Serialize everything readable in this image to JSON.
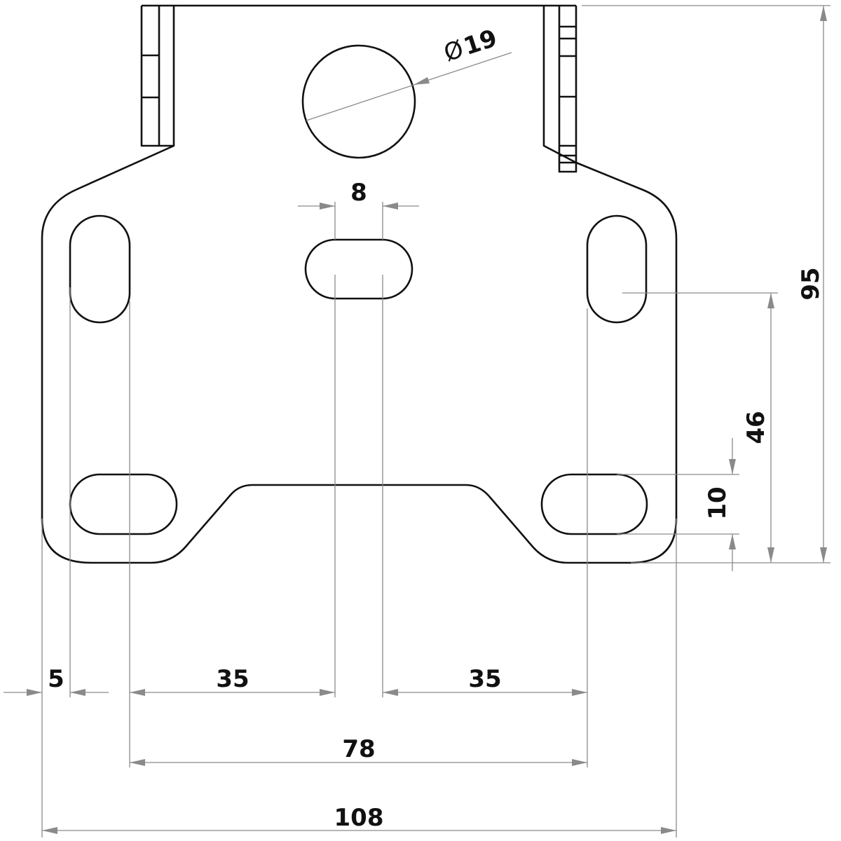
{
  "drawing": {
    "dimensions": {
      "hole_diameter": "19",
      "diameter_symbol": "Ø",
      "slot_width": "8",
      "overall_height": "95",
      "slot_vertical_spacing": "46",
      "slot_height": "10",
      "edge_offset": "5",
      "left_spacing": "35",
      "right_spacing": "35",
      "slot_span": "78",
      "overall_width": "108"
    },
    "colors": {
      "outline": "#111111",
      "dimension": "#8a8a8a"
    }
  }
}
